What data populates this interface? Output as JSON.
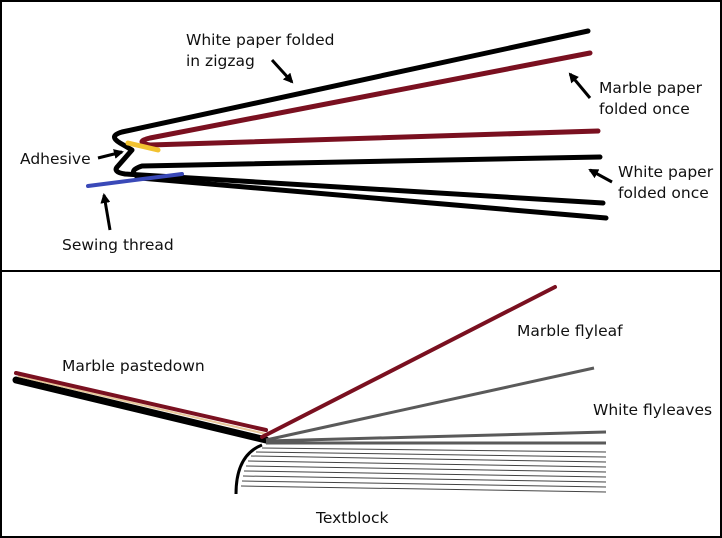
{
  "top_panel": {
    "labels": {
      "white_zigzag_l1": "White paper folded",
      "white_zigzag_l2": "in zigzag",
      "marble_once_l1": "Marble paper",
      "marble_once_l2": "folded once",
      "white_once_l1": "White paper",
      "white_once_l2": "folded once",
      "adhesive": "Adhesive",
      "sewing_thread": "Sewing thread"
    }
  },
  "bottom_panel": {
    "labels": {
      "marble_pastedown": "Marble pastedown",
      "marble_flyleaf": "Marble flyleaf",
      "white_flyleaves": "White flyleaves",
      "textblock": "Textblock"
    }
  },
  "colors": {
    "black": "#000000",
    "marble": "#7a1020",
    "adhesive": "#f2c230",
    "thread": "#3a49b8",
    "grey": "#5a5a5a",
    "cream": "#e8c79a"
  }
}
